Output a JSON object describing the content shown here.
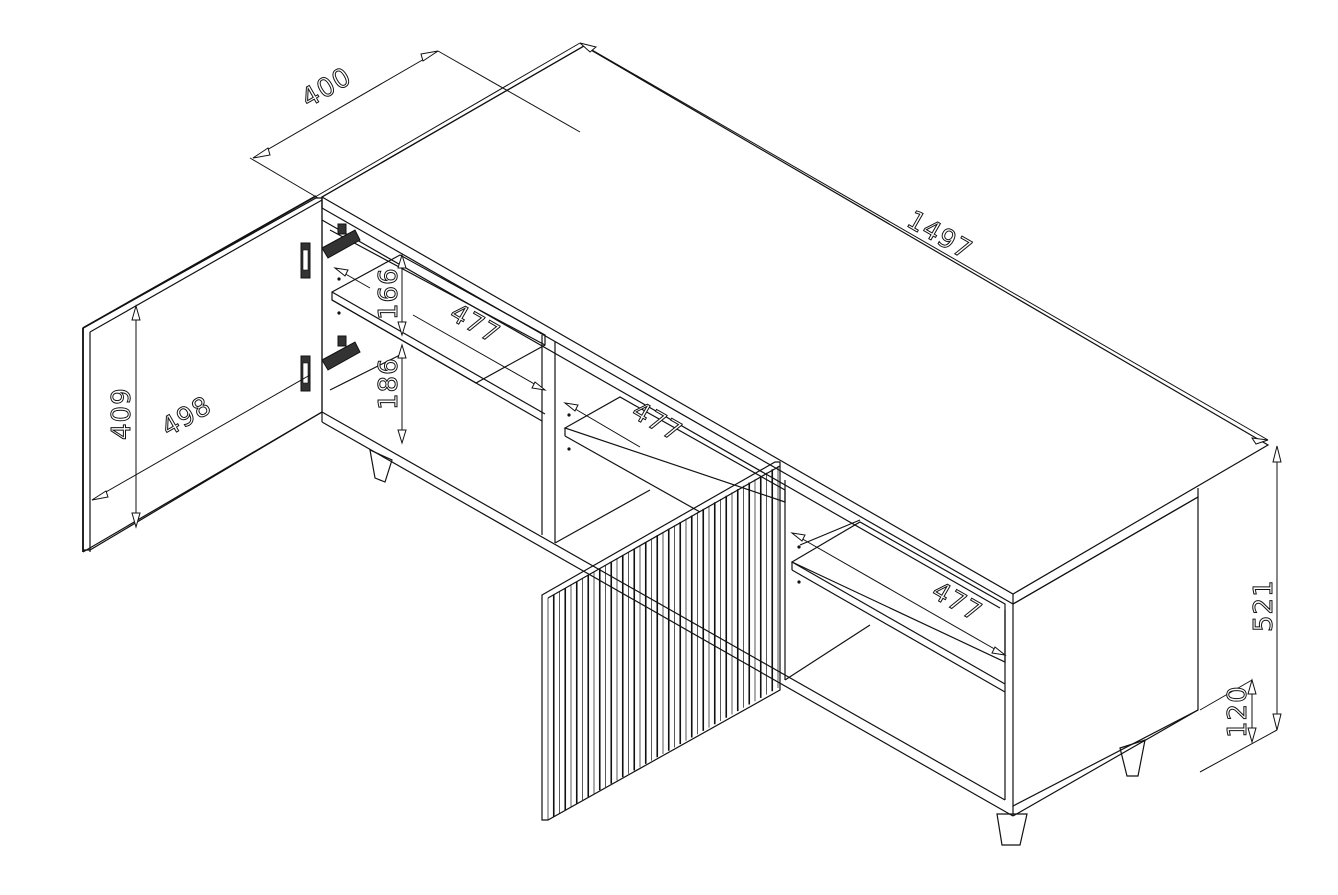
{
  "drawing": {
    "title": "Sideboard technical dimension drawing",
    "units": "mm",
    "line_color": "#111111",
    "background": "#ffffff"
  },
  "dimensions": {
    "depth": "400",
    "width": "1497",
    "height": "521",
    "leg_height": "120",
    "door_width": "498",
    "door_height": "409",
    "left_upper_compartment": "166",
    "left_lower_compartment": "186",
    "shelf_left": "477",
    "shelf_middle": "477",
    "shelf_right": "477"
  },
  "parts": {
    "left_door": "plain door (open)",
    "middle_door": "fluted/slatted door (open)",
    "hinges": 2,
    "legs": "tapered legs"
  }
}
